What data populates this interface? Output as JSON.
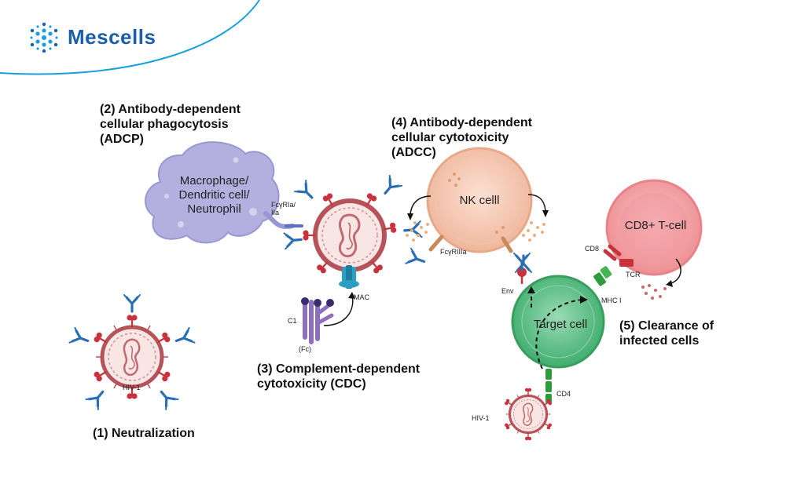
{
  "brand": {
    "name": "Mescells",
    "color": "#1a5fa8",
    "accent": "#1aa0d8",
    "icon": "dotted-flower-logo"
  },
  "labels": {
    "adcp": "(2) Antibody-dependent\ncellular phagocytosis\n(ADCP)",
    "adcc": "(4) Antibody-dependent\ncellular cytotoxicity\n(ADCC)",
    "neutralization": "(1) Neutralization",
    "cdc": "(3) Complement-dependent\ncytotoxicity (CDC)",
    "clearance": "(5) Clearance of\ninfected cells"
  },
  "cells": {
    "macrophage": "Macrophage/\nDendritic cell/\nNeutrophil",
    "nk": "NK celll",
    "tcell": "CD8+ T-cell",
    "target": "Target cell"
  },
  "small_labels": {
    "fcyr_ii": "FcγRIa/\nIIa",
    "fcyr_iii": "FcγRIIIa",
    "mac": "MAC",
    "c1": "C1",
    "fc": "(Fc)",
    "hiv_left": "HIV-1",
    "hiv_bottom": "HIV-1",
    "env": "Env",
    "cd8": "CD8",
    "tcr": "TCR",
    "mhc": "MHC I",
    "cd4": "CD4"
  },
  "colors": {
    "virus_ring": "#b5525a",
    "virus_fill": "#f7e6e4",
    "spike": "#c8323c",
    "antibody": "#2a6fb5",
    "macrophage": "#b3b0e0",
    "nk": "#f4c6b0",
    "tcell": "#f3a7a9",
    "target": "#6fc494",
    "c1": "#8c6fbf",
    "mac": "#2a9fc2",
    "receptor": "#5b6fc4",
    "green_receptor": "#2e9b3f"
  }
}
